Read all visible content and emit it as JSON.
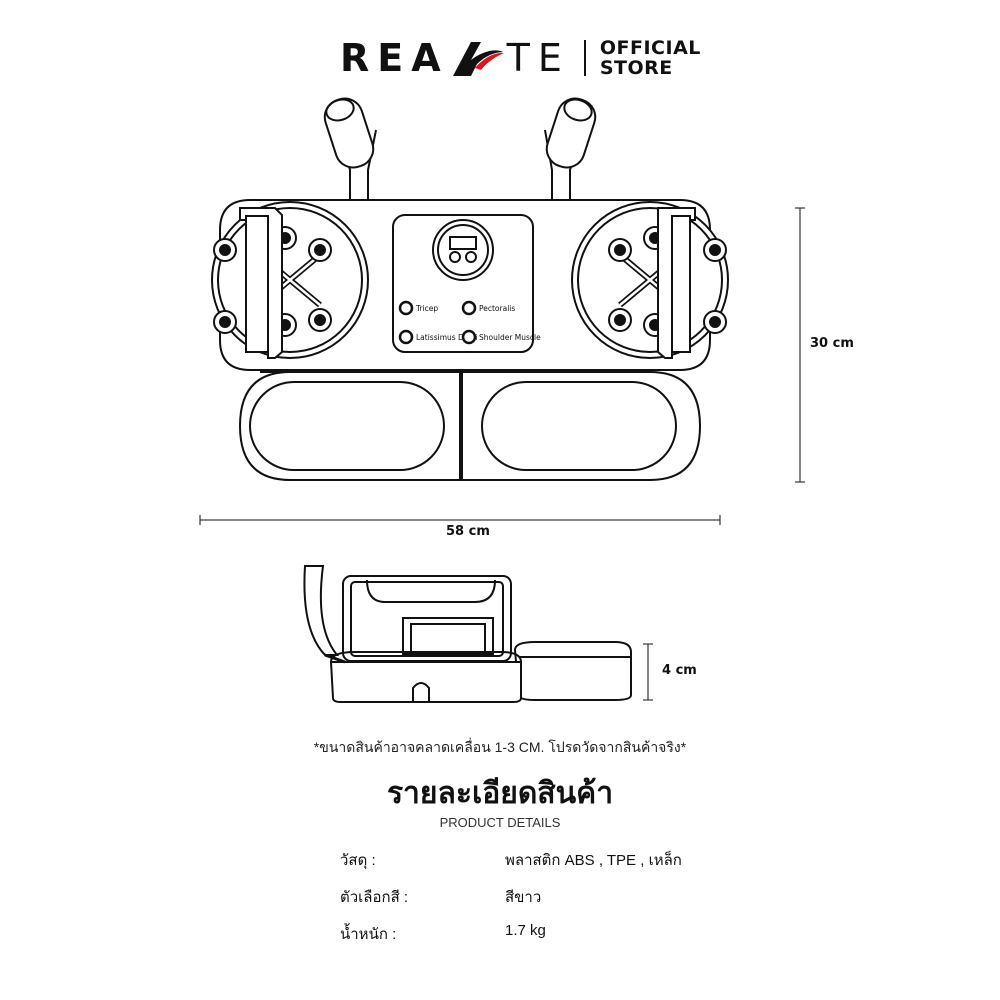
{
  "brand": {
    "name_left": "REA",
    "name_right": "TE",
    "store_line1": "OFFICIAL",
    "store_line2": "STORE",
    "accent_color": "#e0141e"
  },
  "device": {
    "buttons": [
      {
        "label": "Tricep"
      },
      {
        "label": "Pectoralis"
      },
      {
        "label": "Latissimus Dorsi"
      },
      {
        "label": "Shoulder Muscle"
      }
    ]
  },
  "dimensions": {
    "height": "30 cm",
    "width": "58 cm",
    "depth": "4 cm"
  },
  "note": "*ขนาดสินค้าอาจคลาดเคลื่อน 1-3 CM. โปรดวัดจากสินค้าจริง*",
  "details": {
    "title": "รายละเอียดสินค้า",
    "subtitle": "PRODUCT DETAILS",
    "rows": [
      {
        "key": "วัสดุ :",
        "value": "พลาสติก ABS , TPE , เหล็ก"
      },
      {
        "key": "ตัวเลือกสี :",
        "value": "สีขาว"
      },
      {
        "key": "น้ำหนัก :",
        "value": "1.7 kg"
      }
    ]
  }
}
